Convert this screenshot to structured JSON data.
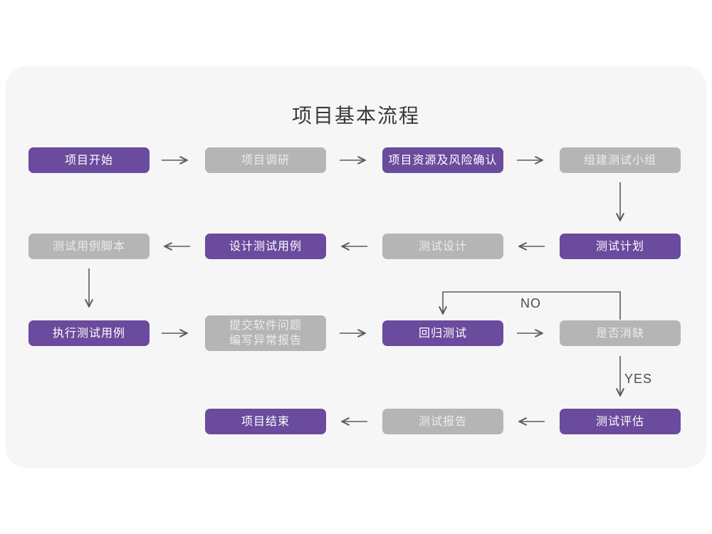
{
  "title": "项目基本流程",
  "palette": {
    "page_bg": "#ffffff",
    "card_bg": "#f6f6f7",
    "purple": "#6a4b9d",
    "gray": "#b5b5b5",
    "purple_text": "#ffffff",
    "gray_text": "#ececec",
    "title_color": "#3a3a3a",
    "arrow": "#5c5c5c",
    "label_color": "#4c4c4c"
  },
  "nodes": {
    "project_start": {
      "label": "项目开始",
      "color": "purple"
    },
    "project_research": {
      "label": "项目调研",
      "color": "gray"
    },
    "resources_and_risk": {
      "label": "项目资源及风险确认",
      "color": "purple"
    },
    "build_test_team": {
      "label": "组建测试小组",
      "color": "gray"
    },
    "test_plan": {
      "label": "测试计划",
      "color": "purple"
    },
    "test_design": {
      "label": "测试设计",
      "color": "gray"
    },
    "design_test_cases": {
      "label": "设计测试用例",
      "color": "purple"
    },
    "test_case_script": {
      "label": "测试用例脚本",
      "color": "gray"
    },
    "execute_test_cases": {
      "label": "执行测试用例",
      "color": "purple"
    },
    "submit_issue_report": {
      "label": "提交软件问题\n编写异常报告",
      "color": "gray"
    },
    "regression_test": {
      "label": "回归测试",
      "color": "purple"
    },
    "defect_resolved": {
      "label": "是否消缺",
      "color": "gray"
    },
    "test_evaluation": {
      "label": "测试评估",
      "color": "purple"
    },
    "test_report": {
      "label": "测试报告",
      "color": "gray"
    },
    "project_end": {
      "label": "项目结束",
      "color": "purple"
    }
  },
  "branch_labels": {
    "no": "NO",
    "yes": "YES"
  }
}
